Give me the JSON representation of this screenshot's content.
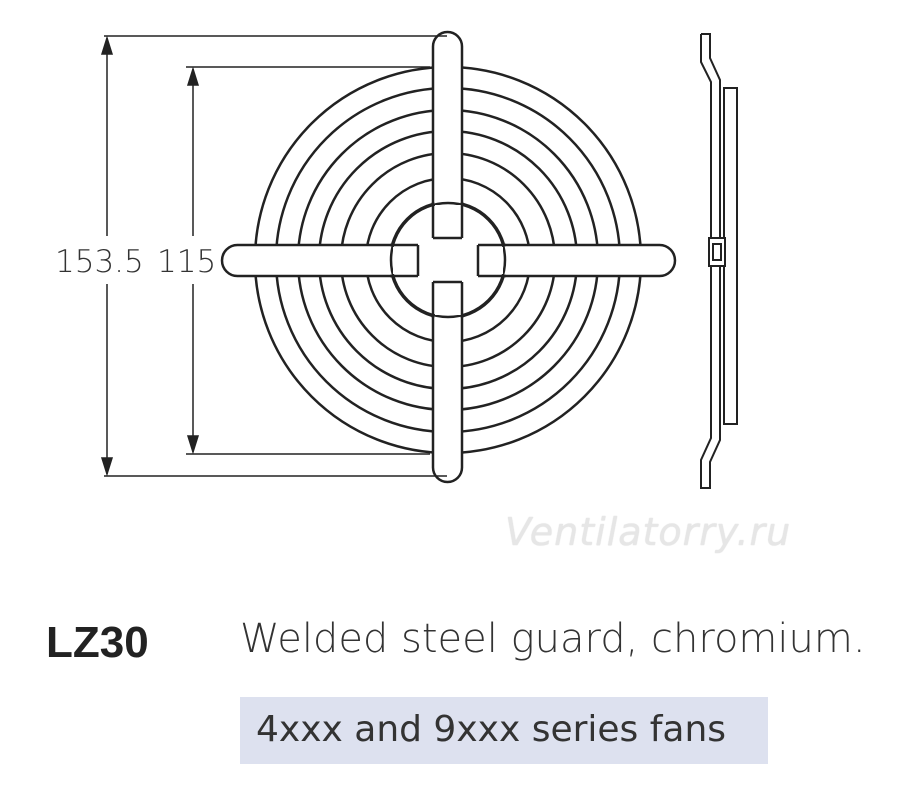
{
  "dimensions": {
    "outer": "153.5",
    "inner": "115"
  },
  "watermark": "Ventilatorry.ru",
  "product": {
    "code": "LZ30",
    "description": "Welded steel guard, chromium.",
    "compatibility": "4xxx and 9xxx series fans"
  }
}
